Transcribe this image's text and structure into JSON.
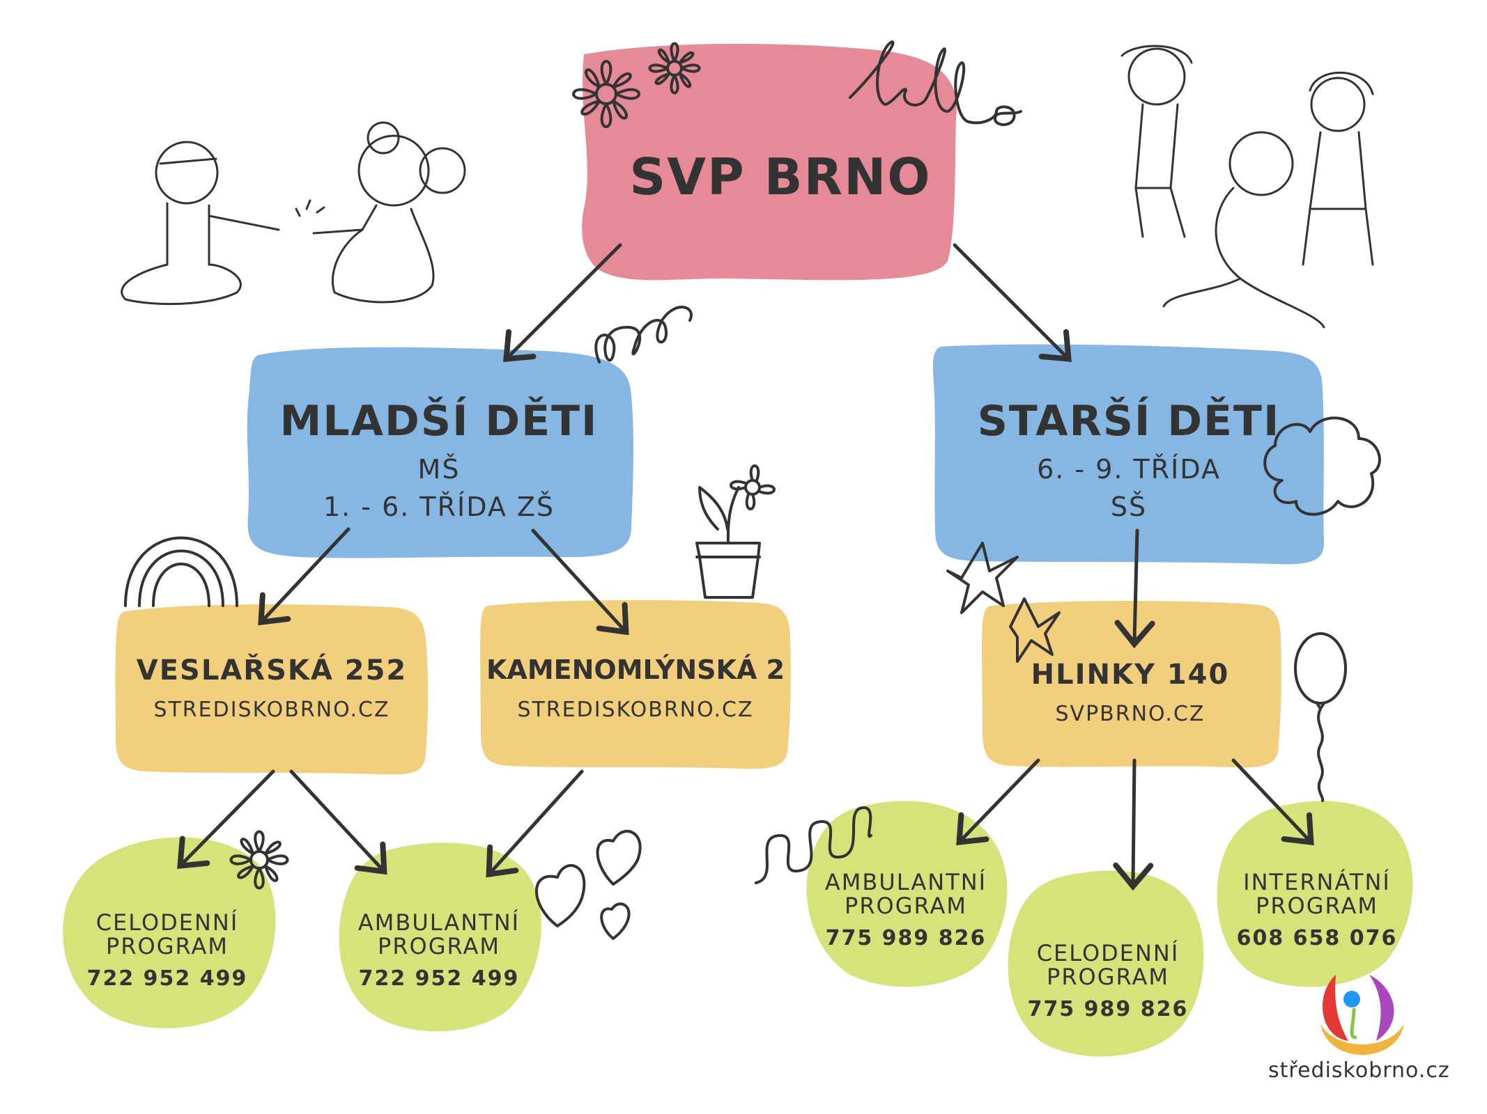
{
  "colors": {
    "root": "#e68a98",
    "level1": "#86b6e2",
    "level2": "#f2cf7c",
    "level3": "#d5e37a",
    "ink": "#333333"
  },
  "root": {
    "title": "SVP BRNO"
  },
  "doodle_text": "hello",
  "branches": [
    {
      "title": "MLADŠÍ DĚTI",
      "lines": [
        "MŠ",
        "1. - 6. TŘÍDA ZŠ"
      ]
    },
    {
      "title": "STARŠÍ DĚTI",
      "lines": [
        "6. - 9. TŘÍDA",
        "SŠ"
      ]
    }
  ],
  "locations": [
    {
      "name": "VESLAŘSKÁ 252",
      "web": "STREDISKOBRNO.CZ"
    },
    {
      "name": "KAMENOMLÝNSKÁ 2",
      "web": "STREDISKOBRNO.CZ"
    },
    {
      "name": "HLINKY 140",
      "web": "SVPBRNO.CZ"
    }
  ],
  "programs": [
    {
      "line1": "CELODENNÍ",
      "line2": "PROGRAM",
      "phone": "722 952 499"
    },
    {
      "line1": "AMBULANTNÍ",
      "line2": "PROGRAM",
      "phone": "722 952 499"
    },
    {
      "line1": "AMBULANTNÍ",
      "line2": "PROGRAM",
      "phone": "775 989 826"
    },
    {
      "line1": "CELODENNÍ",
      "line2": "PROGRAM",
      "phone": "775 989 826"
    },
    {
      "line1": "INTERNÁTNÍ",
      "line2": "PROGRAM",
      "phone": "608 658 076"
    }
  ],
  "footer": {
    "website": "střediskobrno.cz"
  },
  "icons": [
    "flower-icon",
    "rainbow-icon",
    "potted-flower-icon",
    "star-icon",
    "cloud-icon",
    "balloon-icon",
    "heart-icon",
    "zigzag-icon",
    "spring-icon",
    "logo-icon",
    "kids-illustration"
  ]
}
